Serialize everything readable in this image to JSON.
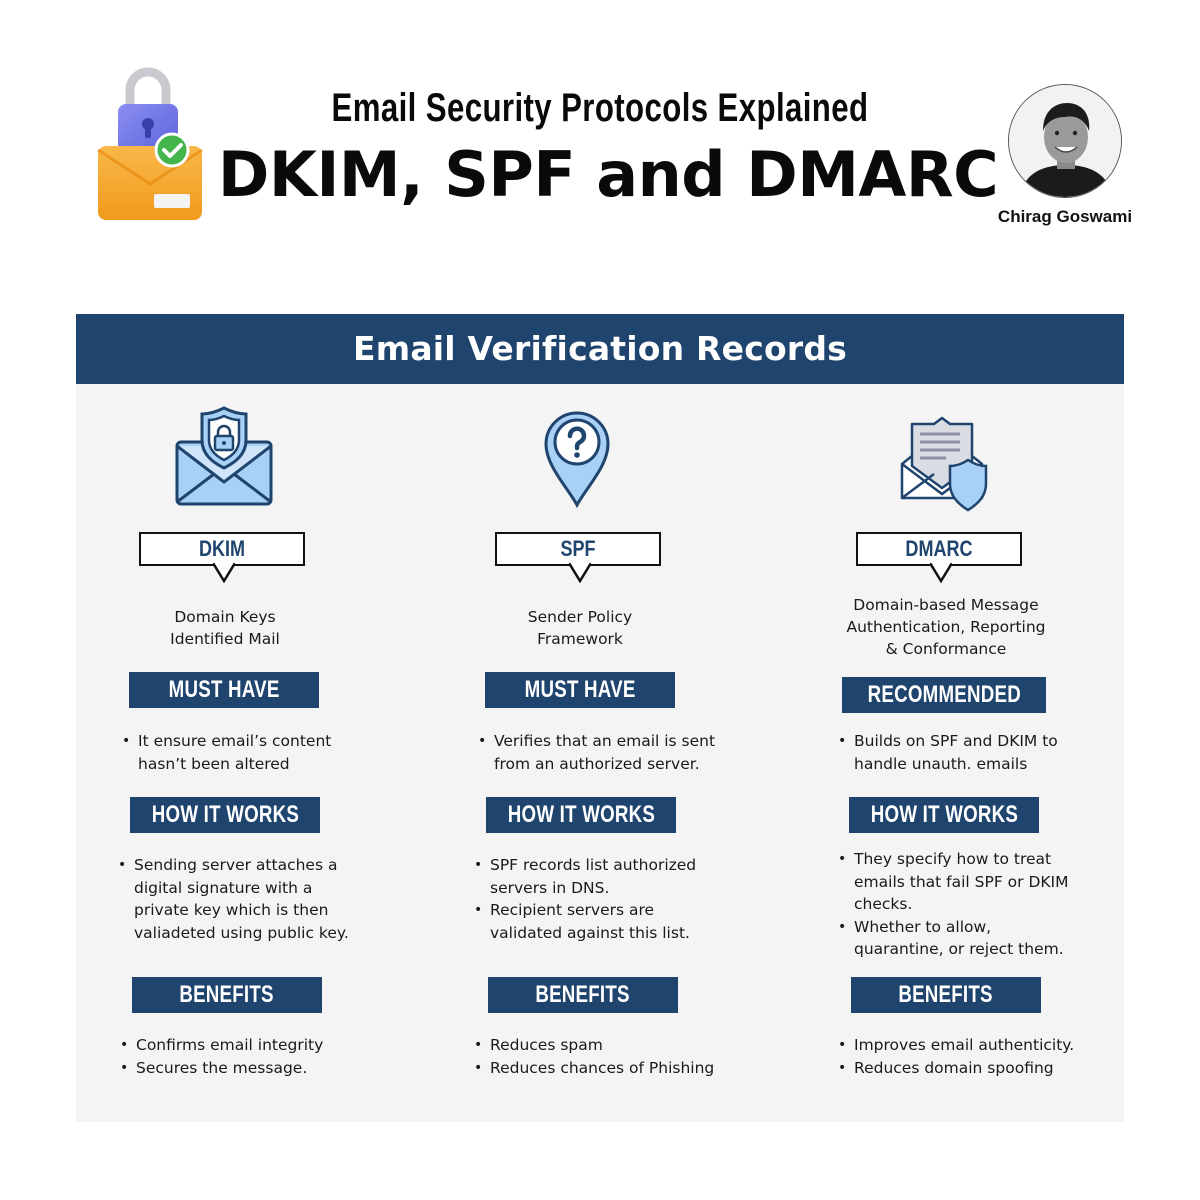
{
  "header": {
    "subtitle": "Email Security Protocols Explained",
    "title": "DKIM, SPF and DMARC",
    "hero_icon": "padlock-envelope-check-icon",
    "author": {
      "name": "Chirag Goswami",
      "photo": "author-avatar"
    }
  },
  "panel": {
    "title": "Email Verification Records",
    "colors": {
      "navy": "#1f446e",
      "panel_bg": "#f4f4f4",
      "icon_fill": "#a9d0f5",
      "icon_stroke": "#1f446e"
    },
    "columns": [
      {
        "acronym": "DKIM",
        "icon": "envelope-shield-lock-icon",
        "fullname": [
          "Domain Keys",
          "Identified Mail"
        ],
        "status": "MUST HAVE",
        "status_bullets": [
          "It ensure email’s content hasn’t been altered"
        ],
        "how_label": "HOW IT WORKS",
        "how_bullets": [
          "Sending server attaches a digital signature with a private key which is then valiadeted using public key."
        ],
        "benefits_label": "BENEFITS",
        "benefits": [
          "Confirms email integrity",
          "Secures the message."
        ]
      },
      {
        "acronym": "SPF",
        "icon": "location-pin-question-icon",
        "fullname": [
          "Sender Policy",
          "Framework"
        ],
        "status": "MUST HAVE",
        "status_bullets": [
          "Verifies that an email is sent from an authorized server."
        ],
        "how_label": "HOW IT WORKS",
        "how_bullets": [
          "SPF records list authorized servers in DNS.",
          "Recipient servers are validated against this list."
        ],
        "benefits_label": "BENEFITS",
        "benefits": [
          "Reduces spam",
          "Reduces chances of Phishing"
        ]
      },
      {
        "acronym": "DMARC",
        "icon": "open-envelope-shield-icon",
        "fullname": [
          "Domain-based Message",
          "Authentication, Reporting",
          "& Conformance"
        ],
        "status": "RECOMMENDED",
        "status_bullets": [
          "Builds on SPF and DKIM to handle unauth. emails"
        ],
        "how_label": "HOW IT WORKS",
        "how_bullets": [
          "They specify how to treat emails that fail SPF or DKIM checks.",
          "Whether to allow, quarantine, or reject them."
        ],
        "benefits_label": "BENEFITS",
        "benefits": [
          "Improves email authenticity.",
          "Reduces domain spoofing"
        ]
      }
    ]
  }
}
